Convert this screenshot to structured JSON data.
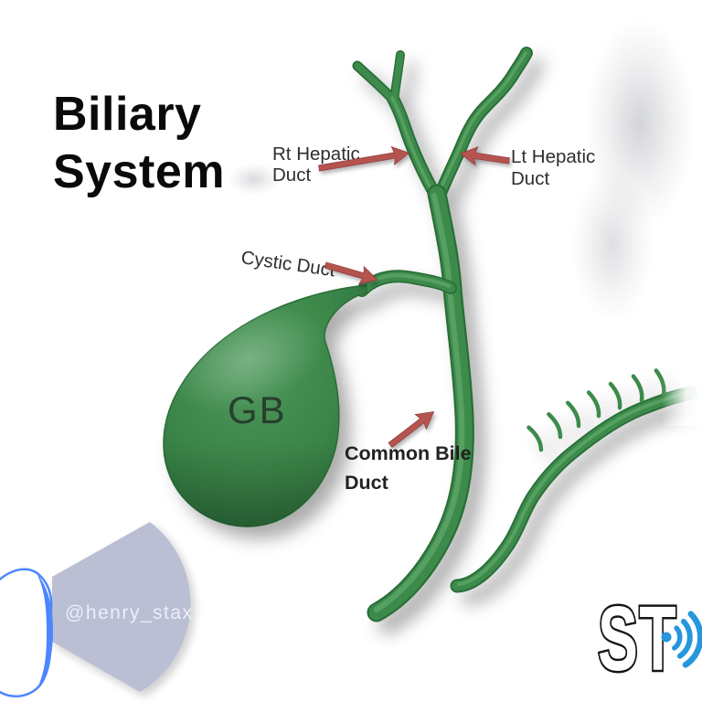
{
  "title": {
    "line1": "Biliary",
    "line2": "System"
  },
  "labels": {
    "rt_hepatic": {
      "l1": "Rt Hepatic",
      "l2": "Duct"
    },
    "lt_hepatic": {
      "l1": "Lt Hepatic",
      "l2": "Duct"
    },
    "cystic": {
      "l1": "Cystic Duct"
    },
    "common_bile": {
      "l1": "Common Bile",
      "l2": "Duct"
    },
    "gb": {
      "l1": "GB"
    }
  },
  "watermark": {
    "handle": "@henry_stax"
  },
  "logo": {
    "text": "ST"
  },
  "icons": {
    "ultrasound_probe": "curvilinear-ultrasound-probe",
    "sound_wave": "sound-wave-arcs"
  },
  "colors": {
    "background": "#ffffff",
    "duct_green": "#3e8b4b",
    "duct_green_dark": "#2b6e39",
    "duct_green_light": "#62aa6c",
    "gb_green_center": "#4f9c5d",
    "gb_green_edge": "#2e7540",
    "arrow_red": "#b5534f",
    "arrow_red_dark": "#8e3c3a",
    "title_color": "#0a0a0a",
    "label_color": "#2e2e2e",
    "gb_label_color": "#27392b",
    "fan_gray": "#b6bad1",
    "probe_blue": "#4d86ff",
    "wifi_blue": "#2697dd",
    "logo_fill": "#ffffff",
    "logo_outline": "#141414",
    "watermark_text": "#eef1fb",
    "shadow_gray": "#8a8e99"
  }
}
